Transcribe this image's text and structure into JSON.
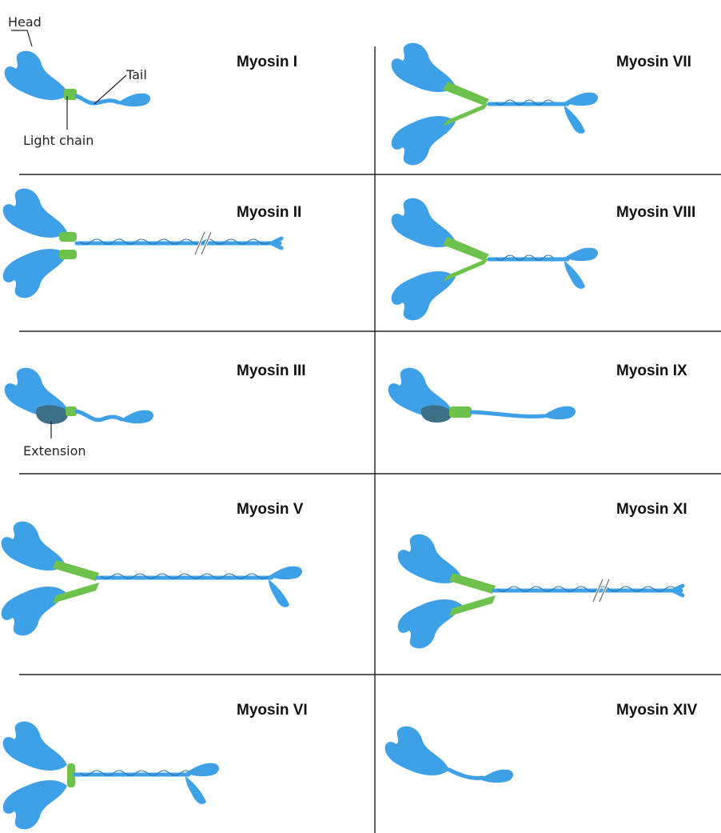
{
  "panels": [
    {
      "title": "Myosin I"
    },
    {
      "title": "Myosin VII"
    },
    {
      "title": "Myosin II"
    },
    {
      "title": "Myosin VIII"
    },
    {
      "title": "Myosin III"
    },
    {
      "title": "Myosin IX"
    },
    {
      "title": "Myosin V"
    },
    {
      "title": "Myosin XI"
    },
    {
      "title": "Myosin VI"
    },
    {
      "title": "Myosin XIV"
    }
  ],
  "callouts": {
    "head": "Head",
    "tail": "Tail",
    "light_chain": "Light chain",
    "extension": "Extension"
  },
  "colors": {
    "head": "#3ea0e6",
    "light_chain": "#6cc24a",
    "extension": "#3d6f86",
    "text": "#111111",
    "grid": "#222222"
  }
}
